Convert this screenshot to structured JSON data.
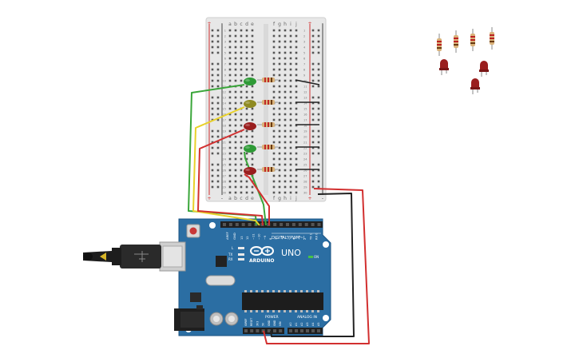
{
  "app": {
    "background": "#ffffff"
  },
  "breadboard": {
    "col_letters_left": [
      "a",
      "b",
      "c",
      "d",
      "e"
    ],
    "col_letters_right": [
      "f",
      "g",
      "h",
      "i",
      "j"
    ],
    "rail_plus": "+",
    "rail_minus": "-",
    "row_count": 30
  },
  "arduino": {
    "brand": "ARDUINO",
    "model": "UNO",
    "digital_label": "DIGITAL (PWM~)",
    "analog_label": "ANALOG IN",
    "power_label": "POWER",
    "on_label": "ON",
    "tx_label": "TX",
    "rx_label": "RX",
    "l_label": "L",
    "aref_label": "AREF",
    "gnd_label": "GND",
    "digital_pins": [
      "13",
      "12",
      "~11",
      "~10",
      "~9",
      "8",
      "7",
      "~6",
      "~5",
      "4",
      "~3",
      "2",
      "TX 1",
      "RX 0"
    ],
    "power_pins": [
      "IOREF",
      "RESET",
      "3V3",
      "5V",
      "GND",
      "GND",
      "VIN"
    ],
    "analog_pins": [
      "A0",
      "A1",
      "A2",
      "A3",
      "A4",
      "A5"
    ]
  },
  "colors": {
    "board": "#2b6ea3",
    "board_edge": "#1e5685",
    "breadboard": "#e6e6e6",
    "wire_green": "#3aa63a",
    "wire_yellow": "#e8d12a",
    "wire_red": "#d23030",
    "wire_black": "#222222",
    "led_green": "#2e9a36",
    "led_yellow": "#8f8a22",
    "led_red": "#9a1e1e"
  },
  "icons": {
    "usb": "usb-plug-icon",
    "logo": "arduino-infinity-icon"
  }
}
